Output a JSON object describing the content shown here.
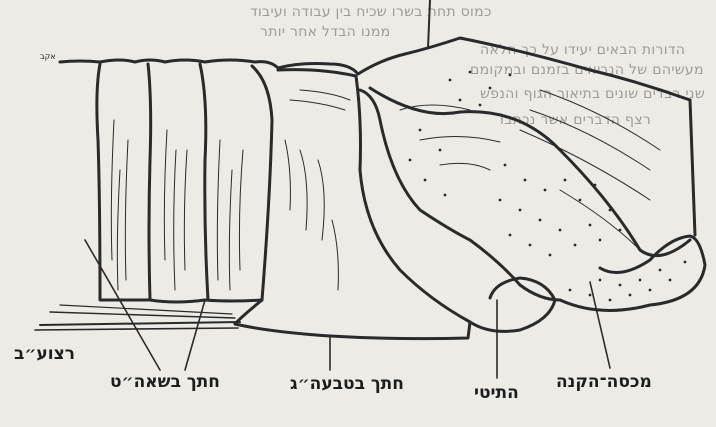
{
  "background_text": [
    "כמוס תחת בשרו שכיח בין עבודה ועיבוד",
    "ממנו הבדל אחר יותר",
    "הדורות הבאים יעידו על כך הלאה",
    "מעשיהם של הנביאים בזמנם ובמקומם",
    "שני רבדים שונים בתיאור הגוף והנפש",
    "רצף הדברים אשר נכתבו"
  ],
  "labels": {
    "top_small": "אקב",
    "spinal_cord": "רצוע״ב",
    "section_upper": "חתך בשאה״ט",
    "section_lower": "חתך בטבעה״ג",
    "hypothalamus": "התיטי",
    "cover_reed": "מכסה־הקנה"
  },
  "colors": {
    "paper": "#ecebe6",
    "ink": "#2a2a2a",
    "faint_text": "#9d9c98"
  }
}
